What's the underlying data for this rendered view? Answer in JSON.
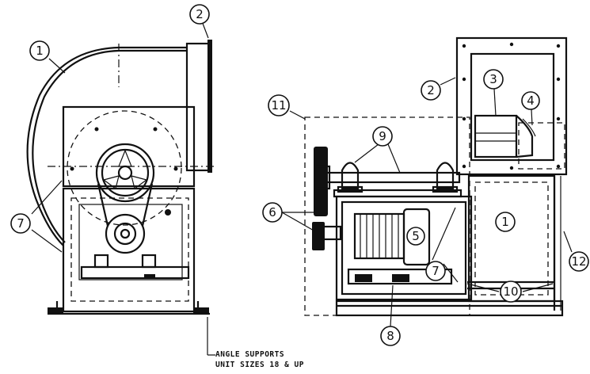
{
  "callouts": {
    "c1_left": "1",
    "c2_left": "2",
    "c7_left": "7",
    "c11": "11",
    "c9": "9",
    "c2_right": "2",
    "c3": "3",
    "c4": "4",
    "c6": "6",
    "c5": "5",
    "c1_right": "1",
    "c12": "12",
    "c7_right": "7",
    "c10": "10",
    "c8": "8"
  },
  "note": {
    "line1": "ANGLE SUPPORTS",
    "line2": "UNIT SIZES 18 & UP"
  }
}
